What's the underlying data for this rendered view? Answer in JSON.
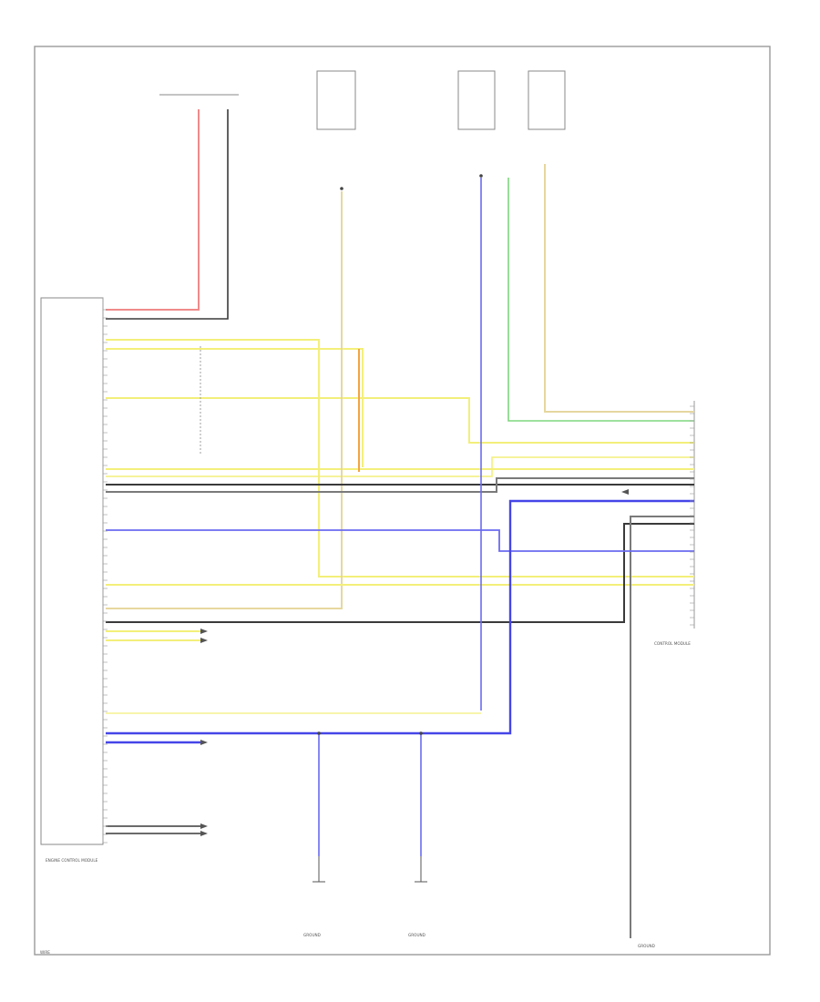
{
  "colors": {
    "yellow": "#f3ef7a",
    "tan": "#e6d79f",
    "orange": "#f2a441",
    "red": "#f08a8a",
    "blue": "#6b6bf0",
    "blue_bold": "#4545e8",
    "green": "#7ed67e",
    "black": "#3a3a3a",
    "gray": "#7a7a7a"
  },
  "labels": {
    "left_module": "ENGINE CONTROL MODULE",
    "right_module": "CONTROL MODULE",
    "page_tag": "WIRE",
    "ground_left": "GROUND",
    "ground_right": "GROUND",
    "bottom_right_ground": "GROUND"
  }
}
